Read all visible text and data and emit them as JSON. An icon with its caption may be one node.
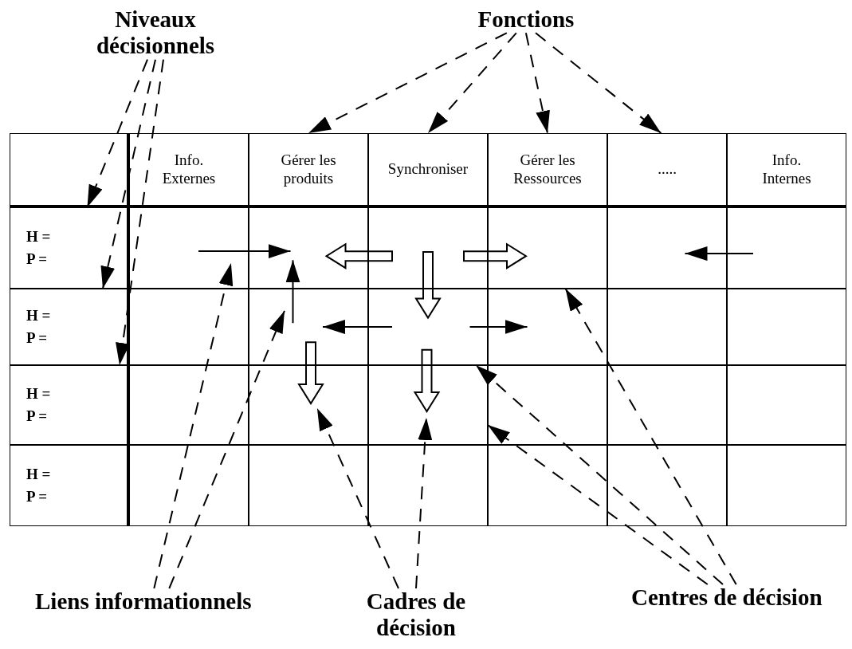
{
  "diagram": {
    "nodes": [
      {
        "text": [
          "Niveaux décisionnels"
        ]
      },
      {
        "text": [
          "Fonctions"
        ]
      },
      {
        "text": [
          "Info. Externes"
        ]
      },
      {
        "text": [
          "Gérer les produits"
        ]
      },
      {
        "text": [
          "Synchroniser"
        ]
      },
      {
        "text": [
          "Gérer les Ressources"
        ]
      },
      {
        "text": [
          "....."
        ]
      },
      {
        "text": [
          "Info. Internes"
        ]
      },
      {
        "text": [
          "H =",
          "P ="
        ]
      },
      {
        "text": [],
        "shape": "box"
      },
      {
        "text": [],
        "shape": "box"
      },
      {
        "text": [],
        "shape": "box"
      },
      {
        "text": [],
        "shape": "box"
      },
      {
        "text": [],
        "shape": "box"
      },
      {
        "text": [],
        "shape": "box"
      },
      {
        "text": [
          "H =",
          "P ="
        ]
      },
      {
        "text": [],
        "shape": "box"
      },
      {
        "text": [],
        "shape": "box"
      },
      {
        "text": [],
        "shape": "box"
      },
      {
        "text": [],
        "shape": "box"
      },
      {
        "text": [],
        "shape": "box"
      },
      {
        "text": [],
        "shape": "box"
      },
      {
        "text": [
          "H =",
          "P ="
        ]
      },
      {
        "text": [],
        "shape": "box"
      },
      {
        "text": [],
        "shape": "box"
      },
      {
        "text": [],
        "shape": "box"
      },
      {
        "text": [],
        "shape": "box"
      },
      {
        "text": [],
        "shape": "box"
      },
      {
        "text": [],
        "shape": "box"
      },
      {
        "text": [
          "H =",
          "P ="
        ]
      },
      {
        "text": [],
        "shape": "box"
      },
      {
        "text": [],
        "shape": "box"
      },
      {
        "text": [],
        "shape": "box"
      },
      {
        "text": [],
        "shape": "box"
      },
      {
        "text": [],
        "shape": "box"
      },
      {
        "text": [],
        "shape": "box"
      },
      {
        "text": [
          "Liens informationnels"
        ]
      },
      {
        "text": [
          "Cadres de décision"
        ]
      },
      {
        "text": [
          "Centres de décision"
        ]
      }
    ],
    "edges": [
      {
        "from": 1,
        "to": 3,
        "arrow": "to",
        "style": "dashed"
      },
      {
        "from": 1,
        "to": 4,
        "arrow": "to",
        "style": "dashed"
      },
      {
        "from": 1,
        "to": 5,
        "arrow": "to",
        "style": "dashed"
      },
      {
        "from": 1,
        "to": 6,
        "arrow": "to",
        "style": "dashed"
      },
      {
        "from": 0,
        "to": 8,
        "arrow": "to",
        "style": "dashed"
      },
      {
        "from": 0,
        "to": 15,
        "arrow": "to",
        "style": "dashed"
      },
      {
        "from": 0,
        "to": 22,
        "arrow": "to",
        "style": "dashed"
      },
      {
        "from": 9,
        "to": 10,
        "arrow": "to"
      },
      {
        "from": 17,
        "to": 10,
        "arrow": "to"
      },
      {
        "from": 11,
        "to": 10,
        "arrow": "to",
        "style": "thick"
      },
      {
        "from": 11,
        "to": 12,
        "arrow": "to",
        "style": "thick"
      },
      {
        "from": 11,
        "to": 18,
        "arrow": "to",
        "style": "thick"
      },
      {
        "from": 18,
        "to": 17,
        "arrow": "to"
      },
      {
        "from": 18,
        "to": 19,
        "arrow": "to"
      },
      {
        "from": 17,
        "to": 24,
        "arrow": "to",
        "style": "thick"
      },
      {
        "from": 18,
        "to": 25,
        "arrow": "to",
        "style": "thick"
      },
      {
        "from": 14,
        "to": 13,
        "arrow": "to"
      },
      {
        "from": 36,
        "to": 9,
        "arrow": "to",
        "style": "dashed"
      },
      {
        "from": 36,
        "to": 17,
        "arrow": "to",
        "style": "dashed"
      },
      {
        "from": 37,
        "to": 24,
        "arrow": "to",
        "style": "dashed"
      },
      {
        "from": 37,
        "to": 25,
        "arrow": "to",
        "style": "dashed"
      },
      {
        "from": 38,
        "to": 12,
        "arrow": "to",
        "style": "dashed"
      },
      {
        "from": 38,
        "to": 18,
        "arrow": "to",
        "style": "dashed"
      },
      {
        "from": 38,
        "to": 25,
        "arrow": "to",
        "style": "dashed"
      }
    ]
  }
}
